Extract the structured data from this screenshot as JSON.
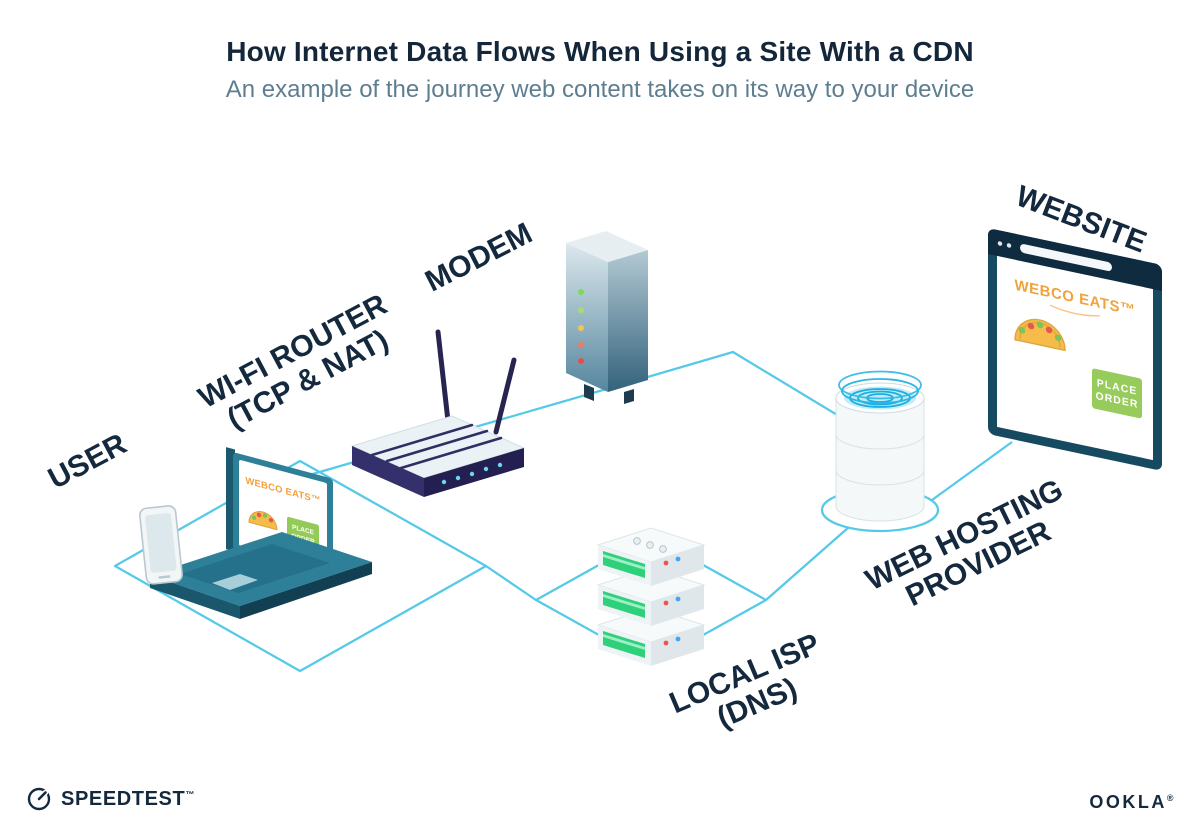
{
  "header": {
    "title": "How Internet Data Flows When Using a Site With a CDN",
    "subtitle": "An example of the journey web content takes on its way to your device"
  },
  "nodes": {
    "user": {
      "label": "USER"
    },
    "router": {
      "line1": "WI-FI ROUTER",
      "line2": "(TCP & NAT)"
    },
    "modem": {
      "label": "MODEM"
    },
    "isp": {
      "line1": "LOCAL ISP",
      "line2": "(DNS)"
    },
    "hosting": {
      "line1": "WEB HOSTING",
      "line2": "PROVIDER"
    },
    "website": {
      "label": "WEBSITE"
    }
  },
  "webco": {
    "brand": "WEBCO EATS™",
    "button_line1": "PLACE",
    "button_line2": "ORDER"
  },
  "footer": {
    "speedtest": "SPEEDTEST",
    "speedtest_mark": "™",
    "ookla": "OOKLA",
    "ookla_mark": "®"
  },
  "colors": {
    "line_cyan": "#55c9e8",
    "label_navy": "#14293e",
    "brand_orange": "#f2a03d",
    "button_green": "#94ca58"
  }
}
